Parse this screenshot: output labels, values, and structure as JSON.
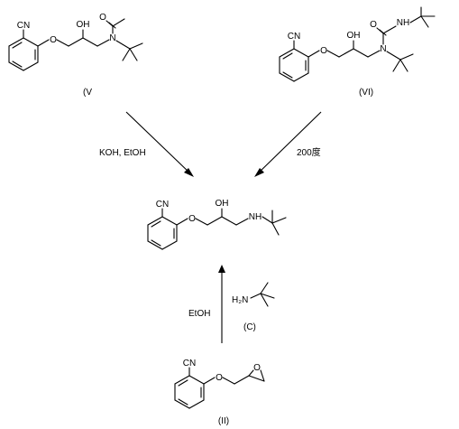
{
  "scheme": {
    "compound_v": {
      "id_label": "(V",
      "atoms": {
        "cn": "CN",
        "o_ether": "O",
        "oh": "OH",
        "n": "N",
        "o_carbonyl": "O"
      }
    },
    "compound_vi": {
      "id_label": "(VI)",
      "atoms": {
        "cn": "CN",
        "o_ether": "O",
        "oh": "OH",
        "n": "N",
        "o_carbonyl": "O",
        "nh": "NH"
      }
    },
    "product": {
      "atoms": {
        "cn": "CN",
        "o_ether": "O",
        "oh": "OH",
        "nh": "NH"
      }
    },
    "reagent_c": {
      "id_label": "(C)",
      "atoms": {
        "nh2": "H₂N"
      }
    },
    "compound_ii": {
      "id_label": "(II)",
      "atoms": {
        "cn": "CN",
        "o_ether": "O",
        "o_epoxide": "O"
      }
    },
    "conditions": {
      "left_arrow": "KOH, EtOH",
      "right_arrow": "200度",
      "bottom_arrow": "EtOH"
    }
  }
}
